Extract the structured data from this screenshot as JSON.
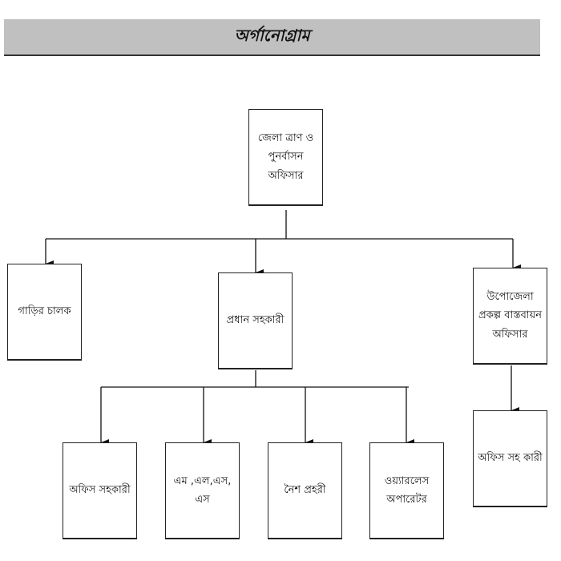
{
  "title": "অর্গানোগ্রাম",
  "nodes": {
    "root": "জেলা ত্রাণ ও পুনর্বাসন অফিসার",
    "driver": "গাড়ির চালক",
    "chief_assistant": "প্রধান সহকারী",
    "upazila_officer": "উপোজেলা প্রকল্প বাস্তবায়ন অফিসার",
    "office_assistant": "অফিস সহকারী",
    "mlss": "এম ,এল,এস, এস",
    "night_guard": "নৈশ প্রহরী",
    "wireless_operator": "ওয়্যারলেস অপারেটর",
    "upazila_office_assistant": "অফিস সহ কারী"
  }
}
